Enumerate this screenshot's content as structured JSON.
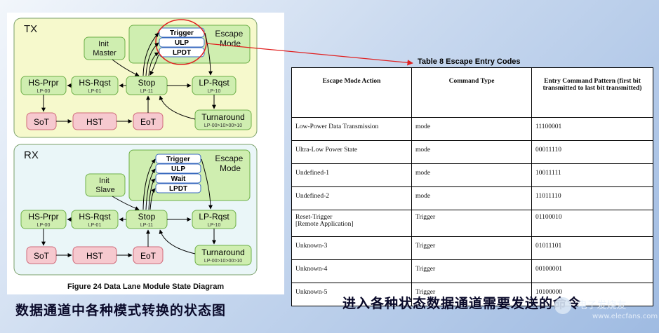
{
  "diagram": {
    "caption": "Figure 24 Data Lane Module State Diagram",
    "tx": {
      "label": "TX",
      "init": [
        "Init",
        "Master"
      ],
      "escape_title": [
        "Escape",
        "Mode"
      ],
      "escape_items": [
        "Trigger",
        "ULP",
        "LPDT"
      ],
      "states": {
        "hs_prpr": {
          "name": "HS-Prpr",
          "sub": "LP-00"
        },
        "hs_rqst": {
          "name": "HS-Rqst",
          "sub": "LP-01"
        },
        "stop": {
          "name": "Stop",
          "sub": "LP-11"
        },
        "lp_rqst": {
          "name": "LP-Rqst",
          "sub": "LP-10"
        },
        "sot": "SoT",
        "hst": "HST",
        "eot": "EoT",
        "turnaround": {
          "name": "Turnaround",
          "sub": "LP-00>10>00>10"
        }
      }
    },
    "rx": {
      "label": "RX",
      "init": [
        "Init",
        "Slave"
      ],
      "escape_title": [
        "Escape",
        "Mode"
      ],
      "escape_items": [
        "Trigger",
        "ULP",
        "Wait",
        "LPDT"
      ],
      "states": {
        "hs_prpr": {
          "name": "HS-Prpr",
          "sub": "LP-00"
        },
        "hs_rqst": {
          "name": "HS-Rqst",
          "sub": "LP-01"
        },
        "stop": {
          "name": "Stop",
          "sub": "LP-11"
        },
        "lp_rqst": {
          "name": "LP-Rqst",
          "sub": "LP-10"
        },
        "sot": "SoT",
        "hst": "HST",
        "eot": "EoT",
        "turnaround": {
          "name": "Turnaround",
          "sub": "LP-00>10>00>10"
        }
      }
    }
  },
  "table": {
    "title": "Table 8 Escape Entry Codes",
    "headers": [
      "Escape Mode Action",
      "Command Type",
      "Entry Command Pattern (first bit transmitted to last bit transmitted)"
    ],
    "rows": [
      [
        "Low-Power Data Transmission",
        "mode",
        "11100001"
      ],
      [
        "Ultra-Low Power State",
        "mode",
        "00011110"
      ],
      [
        "Undefined-1",
        "mode",
        "10011111"
      ],
      [
        "Undefined-2",
        "mode",
        "11011110"
      ],
      [
        "Reset-Trigger\n[Remote Application]",
        "Trigger",
        "01100010"
      ],
      [
        "Unknown-3",
        "Trigger",
        "01011101"
      ],
      [
        "Unknown-4",
        "Trigger",
        "00100001"
      ],
      [
        "Unknown-5",
        "Trigger",
        "10100000"
      ]
    ]
  },
  "captions": {
    "left": "数据通道中各种模式转换的状态图",
    "right": "进入各种状态数据通道需要发送的命令"
  },
  "watermark": {
    "text": "电子发烧友",
    "sub": "www.elecfans.com"
  },
  "colors": {
    "tx_bg": "#f6f9cc",
    "rx_bg": "#eaf6f8",
    "state_fill": "#cfeeb0",
    "state_stroke": "#6fb04a",
    "hs_fill": "#f6c9cf",
    "hs_stroke": "#d06a7a",
    "highlight": "#e02020"
  }
}
